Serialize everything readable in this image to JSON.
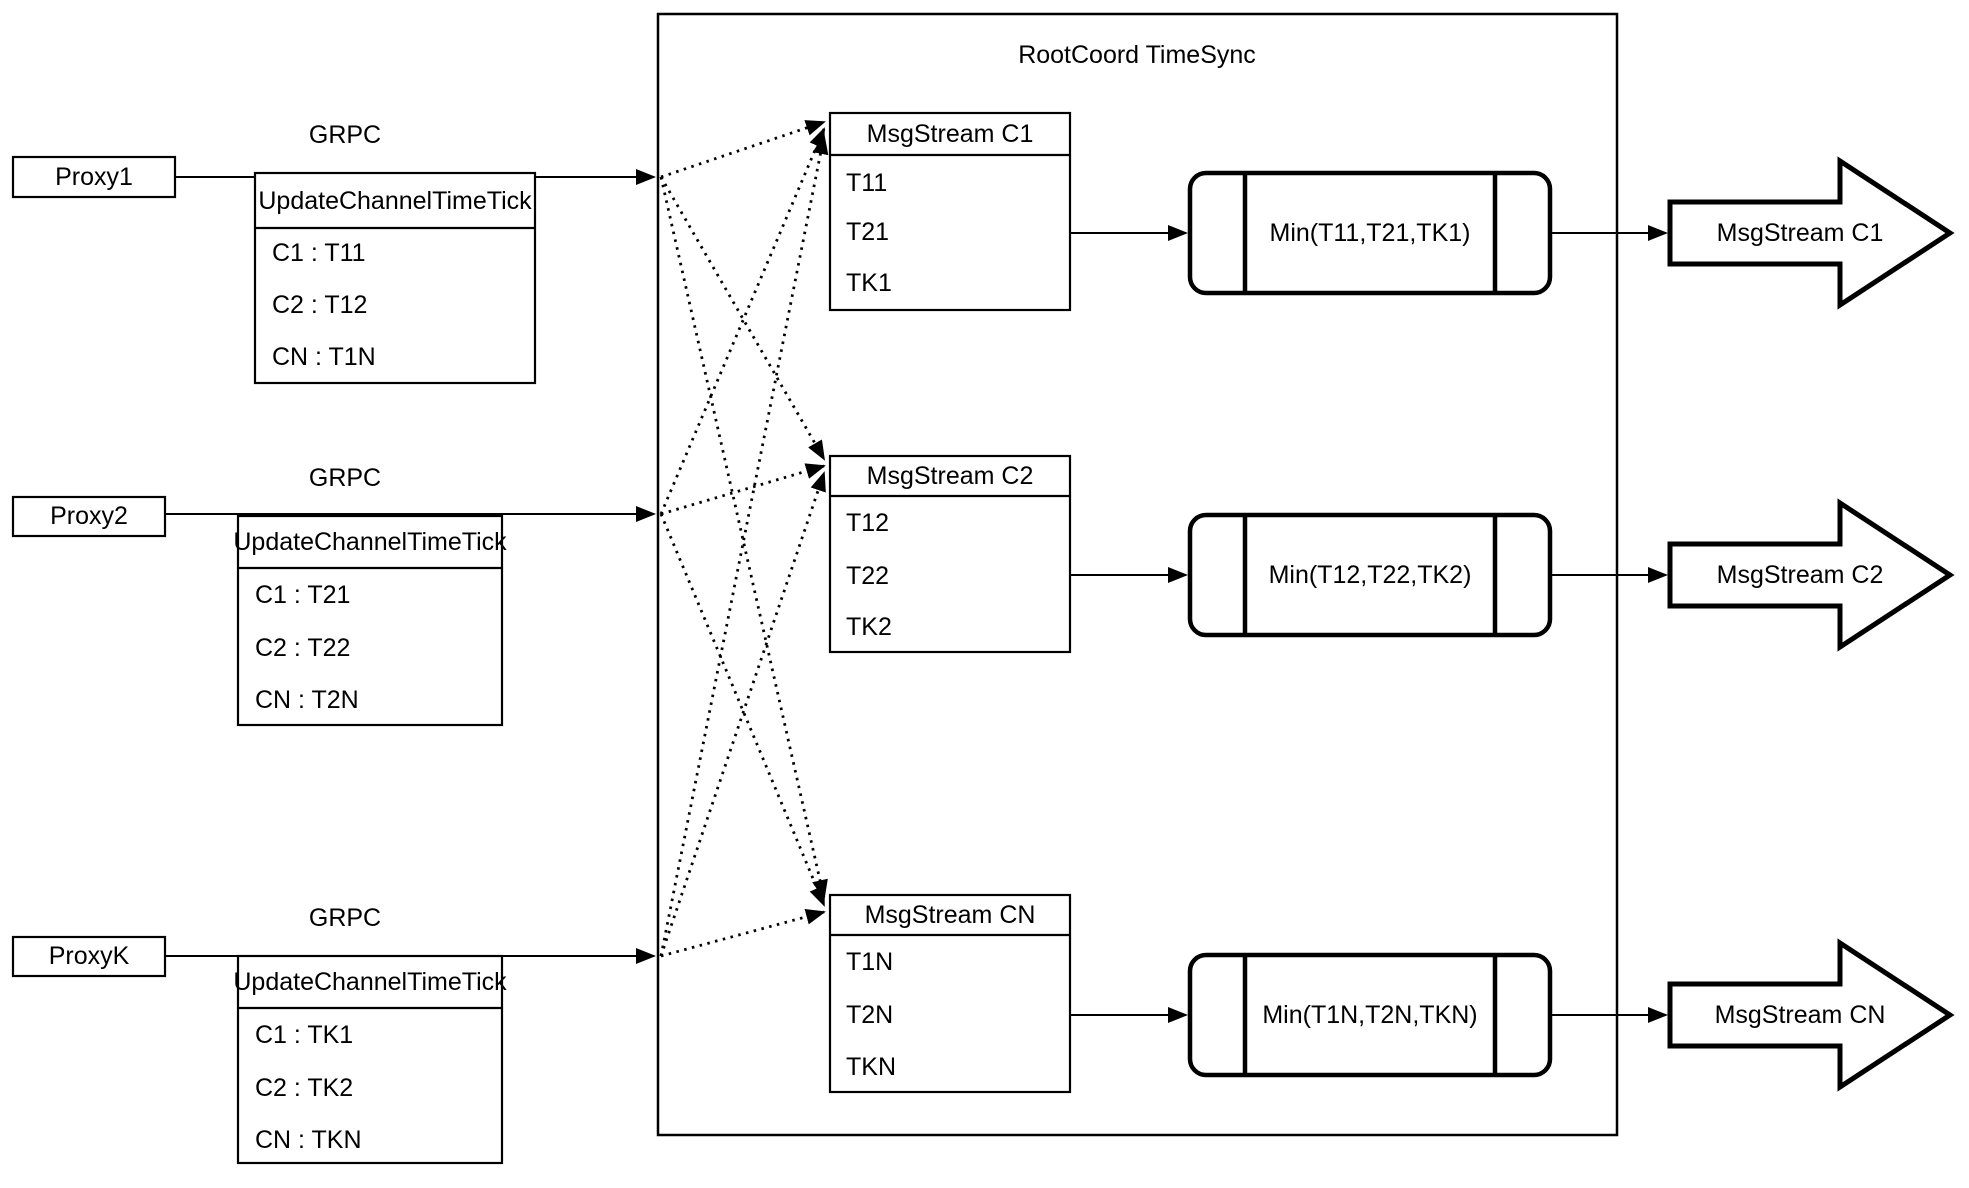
{
  "title": "RootCoord TimeSync",
  "colors": {
    "stroke": "#000000",
    "background": "#ffffff"
  },
  "rows": [
    {
      "proxy": "Proxy1",
      "protocol": "GRPC",
      "request": {
        "header": "UpdateChannelTimeTick",
        "entries": [
          "C1 : T11",
          "C2 : T12",
          "CN : T1N"
        ]
      },
      "stream": {
        "header": "MsgStream C1",
        "entries": [
          "T11",
          "T21",
          "TK1"
        ]
      },
      "min": "Min(T11,T21,TK1)",
      "output": "MsgStream C1"
    },
    {
      "proxy": "Proxy2",
      "protocol": "GRPC",
      "request": {
        "header": "UpdateChannelTimeTick",
        "entries": [
          "C1 : T21",
          "C2 : T22",
          "CN : T2N"
        ]
      },
      "stream": {
        "header": "MsgStream C2",
        "entries": [
          "T12",
          "T22",
          "TK2"
        ]
      },
      "min": "Min(T12,T22,TK2)",
      "output": "MsgStream C2"
    },
    {
      "proxy": "ProxyK",
      "protocol": "GRPC",
      "request": {
        "header": "UpdateChannelTimeTick",
        "entries": [
          "C1 : TK1",
          "C2 : TK2",
          "CN : TKN"
        ]
      },
      "stream": {
        "header": "MsgStream CN",
        "entries": [
          "T1N",
          "T2N",
          "TKN"
        ]
      },
      "min": "Min(T1N,T2N,TKN)",
      "output": "MsgStream CN"
    }
  ]
}
